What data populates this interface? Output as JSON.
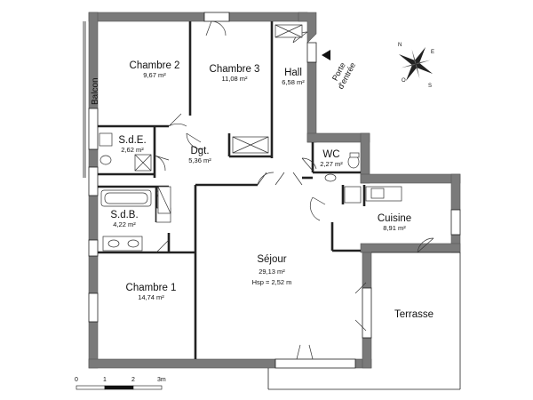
{
  "rooms": {
    "chambre2": {
      "name": "Chambre 2",
      "area": "9,67 m²"
    },
    "chambre3": {
      "name": "Chambre 3",
      "area": "11,08 m²"
    },
    "hall": {
      "name": "Hall",
      "area": "6,58 m²"
    },
    "sde": {
      "name": "S.d.E.",
      "area": "2,62 m²"
    },
    "dgt": {
      "name": "Dgt.",
      "area": "5,36 m²"
    },
    "wc": {
      "name": "WC",
      "area": "2,27 m²"
    },
    "sdb": {
      "name": "S.d.B.",
      "area": "4,22 m²"
    },
    "cuisine": {
      "name": "Cuisine",
      "area": "8,91 m²"
    },
    "sejour": {
      "name": "Séjour",
      "area": "29,13 m²",
      "height": "Hsp = 2,52 m"
    },
    "chambre1": {
      "name": "Chambre 1",
      "area": "14,74 m²"
    },
    "terrasse": {
      "name": "Terrasse"
    },
    "balcon": {
      "name": "Balcon"
    }
  },
  "entrance": {
    "line1": "Porte",
    "line2": "d'entrée"
  },
  "compass": {
    "n": "N",
    "e": "E",
    "s": "S",
    "o": "O"
  },
  "scale": {
    "ticks": [
      "0",
      "1",
      "2",
      "3m"
    ]
  },
  "colors": {
    "wall": "#777777",
    "wall_edge": "#555555",
    "line": "#222222"
  }
}
